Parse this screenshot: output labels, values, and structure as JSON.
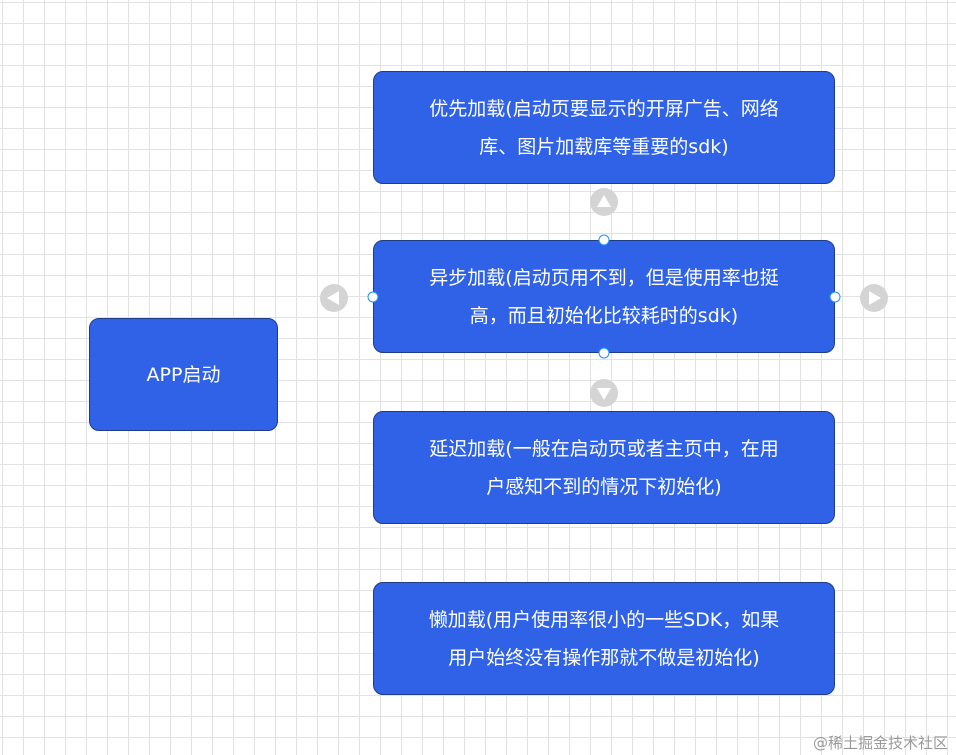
{
  "colors": {
    "node_fill": "#2f62e6",
    "node_border": "#1f3d86",
    "node_text": "#ffffff",
    "grid_line": "#e2e2e2",
    "handle_gray": "#d4d4d4",
    "selection_blue": "#1e90ff"
  },
  "nodes": {
    "app_start": {
      "label": "APP启动"
    },
    "priority_load": {
      "lines": [
        "优先加载(启动页要显示的开屏广告、网络",
        "库、图片加载库等重要的sdk)"
      ]
    },
    "async_load": {
      "lines": [
        "异步加载(启动页用不到，但是使用率也挺",
        "高，而且初始化比较耗时的sdk)"
      ],
      "selected": true
    },
    "delay_load": {
      "lines": [
        "延迟加载(一般在启动页或者主页中，在用",
        "户感知不到的情况下初始化)"
      ]
    },
    "lazy_load": {
      "lines": [
        "懒加载(用户使用率很小的一些SDK，如果",
        "用户始终没有操作那就不做是初始化)"
      ]
    }
  },
  "icons": {
    "connect_up": "triangle-up-icon",
    "connect_down": "triangle-down-icon",
    "connect_left": "triangle-left-icon",
    "connect_right": "triangle-right-icon"
  },
  "watermark": "@稀土掘金技术社区"
}
